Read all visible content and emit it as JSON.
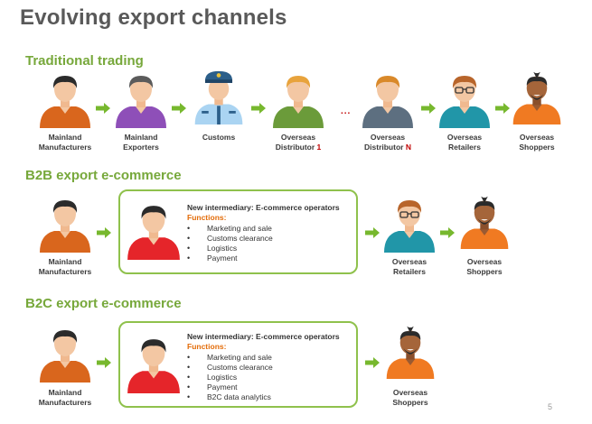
{
  "page": {
    "title": "Evolving export channels",
    "page_number": "5"
  },
  "traditional": {
    "title": "Traditional trading",
    "dots": "...",
    "nodes": [
      {
        "line1": "Mainland",
        "line2": "Manufacturers",
        "suffix": ""
      },
      {
        "line1": "Mainland",
        "line2": "Exporters",
        "suffix": ""
      },
      {
        "line1": "Customs",
        "line2": "",
        "suffix": ""
      },
      {
        "line1": "Overseas",
        "line2": "Distributor ",
        "suffix": "1"
      },
      {
        "line1": "Overseas",
        "line2": "Distributor ",
        "suffix": "N"
      },
      {
        "line1": "Overseas",
        "line2": "Retailers",
        "suffix": ""
      },
      {
        "line1": "Overseas",
        "line2": "Shoppers",
        "suffix": ""
      }
    ]
  },
  "b2b": {
    "title": "B2B export e-commerce",
    "left": {
      "line1": "Mainland",
      "line2": "Manufacturers"
    },
    "box": {
      "heading": "New intermediary: E-commerce operators",
      "functions_label": "Functions:",
      "items": [
        "Marketing and sale",
        "Customs clearance",
        "Logistics",
        "Payment"
      ]
    },
    "retailers": {
      "line1": "Overseas",
      "line2": "Retailers"
    },
    "shoppers": {
      "line1": "Overseas",
      "line2": "Shoppers"
    }
  },
  "b2c": {
    "title": "B2C export e-commerce",
    "left": {
      "line1": "Mainland",
      "line2": "Manufacturers"
    },
    "box": {
      "heading": "New intermediary: E-commerce operators",
      "functions_label": "Functions:",
      "items": [
        "Marketing and sale",
        "Customs clearance",
        "Logistics",
        "Payment",
        "B2C data analytics"
      ]
    },
    "shoppers": {
      "line1": "Overseas",
      "line2": "Shoppers"
    }
  },
  "colors": {
    "section_green": "#77a83b",
    "arrow_green": "#77b82e",
    "box_border": "#8fc14c",
    "functions_orange": "#e36c09",
    "number_red": "#c00000",
    "shirt_orange_dark": "#d9661d",
    "shirt_purple": "#8e4fb8",
    "shirt_customs": "#aad4f2",
    "shirt_olive": "#6b9b3a",
    "shirt_grey": "#5d6f80",
    "shirt_teal": "#2196a8",
    "shirt_orange": "#f07a22",
    "shirt_red": "#e5252a"
  }
}
